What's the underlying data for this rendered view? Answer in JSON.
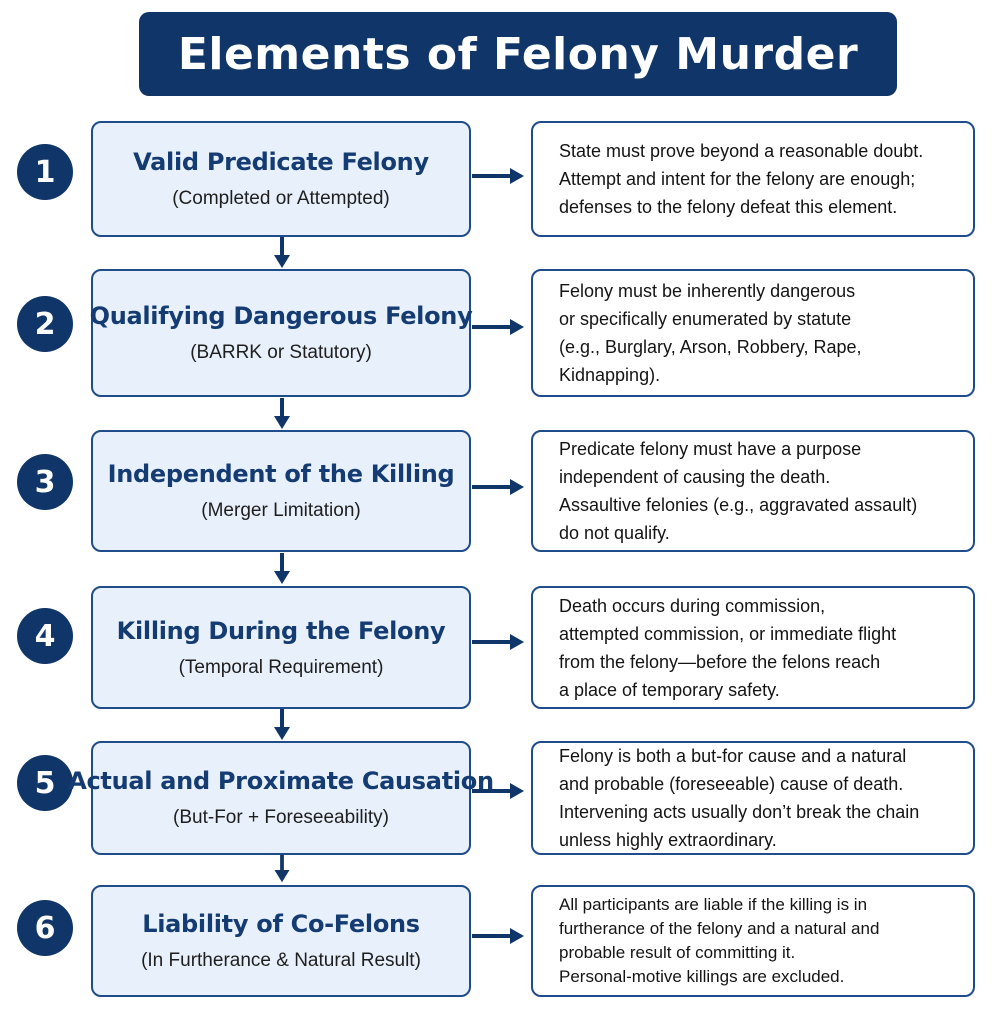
{
  "title": "Elements of Felony Murder",
  "colors": {
    "navy": "#0f3569",
    "box_fill": "#e8f0fb",
    "border": "#1f4c8a",
    "heading_text": "#143c73"
  },
  "steps": [
    {
      "number": "1",
      "title": "Valid Predicate Felony",
      "subtitle": "(Completed or Attempted)",
      "description": [
        "State must prove beyond a reasonable doubt.",
        "Attempt and intent for the felony are enough;",
        "defenses to the felony defeat this element."
      ]
    },
    {
      "number": "2",
      "title": "Qualifying Dangerous Felony",
      "subtitle": "(BARRK or Statutory)",
      "description": [
        "Felony must be inherently dangerous",
        "or specifically enumerated by statute",
        "(e.g., Burglary, Arson, Robbery, Rape,",
        "Kidnapping)."
      ]
    },
    {
      "number": "3",
      "title": "Independent of the Killing",
      "subtitle": "(Merger Limitation)",
      "description": [
        "Predicate felony must have a purpose",
        "independent of causing the death.",
        "Assaultive felonies (e.g., aggravated assault)",
        "do not qualify."
      ]
    },
    {
      "number": "4",
      "title": "Killing During the Felony",
      "subtitle": "(Temporal Requirement)",
      "description": [
        "Death occurs during commission,",
        "attempted commission, or immediate flight",
        "from the felony—before the felons reach",
        "a place of temporary safety."
      ]
    },
    {
      "number": "5",
      "title": "Actual and Proximate Causation",
      "subtitle": "(But-For + Foreseeability)",
      "description": [
        "Felony is both a but-for cause and a natural",
        "and probable (foreseeable) cause of death.",
        "Intervening acts usually don’t break the chain",
        "unless highly extraordinary."
      ]
    },
    {
      "number": "6",
      "title": "Liability of Co-Felons",
      "subtitle": "(In Furtherance & Natural Result)",
      "description": [
        "All participants are liable if the killing is in",
        "furtherance of the felony and a natural and",
        "probable result of committing it.",
        "Personal-motive killings are excluded."
      ]
    }
  ]
}
